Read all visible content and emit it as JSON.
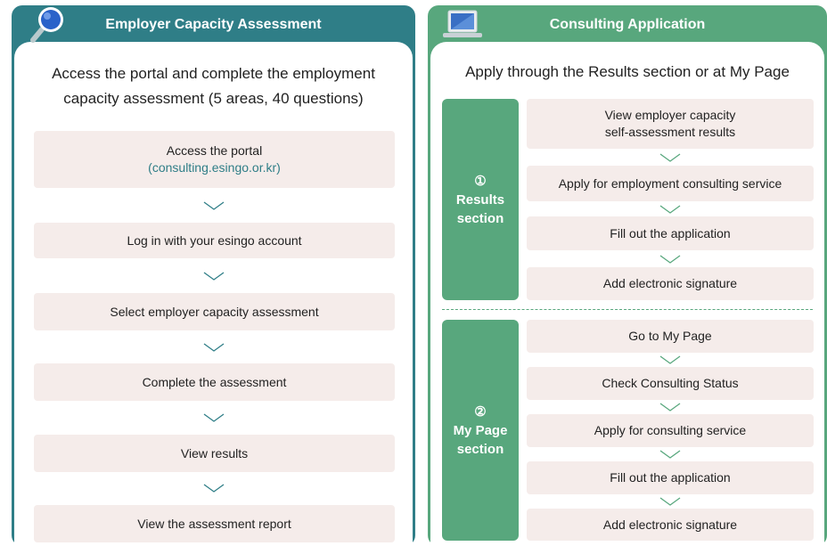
{
  "left": {
    "header": "Employer Capacity Assessment",
    "title_line1": "Access the portal and complete the employment",
    "title_line2": "capacity assessment (5 areas, 40 questions)",
    "steps": [
      {
        "label": "Access the portal",
        "link": "(consulting.esingo.or.kr)"
      },
      {
        "label": "Log in with your esingo account"
      },
      {
        "label": "Select employer capacity assessment"
      },
      {
        "label": "Complete the assessment"
      },
      {
        "label": "View results"
      },
      {
        "label": "View the assessment report"
      }
    ]
  },
  "right": {
    "header": "Consulting Application",
    "title": "Apply through the Results section or at My Page",
    "section1": {
      "number": "①",
      "line1": "Results",
      "line2": "section",
      "steps": [
        {
          "line1": "View employer capacity",
          "line2": "self-assessment results"
        },
        {
          "line1": "Apply for employment consulting service"
        },
        {
          "line1": "Fill out the application"
        },
        {
          "line1": "Add electronic signature"
        }
      ]
    },
    "section2": {
      "number": "②",
      "line1": "My Page",
      "line2": "section",
      "steps": [
        {
          "line1": "Go to My Page"
        },
        {
          "line1": "Check Consulting Status"
        },
        {
          "line1": "Apply for consulting service"
        },
        {
          "line1": "Fill out the application"
        },
        {
          "line1": "Add electronic signature"
        }
      ]
    }
  },
  "colors": {
    "left_accent": "#2f7e87",
    "right_accent": "#58a77d",
    "step_bg": "#f5ecea"
  },
  "icons": {
    "left_header": "magnifier-icon",
    "right_header": "laptop-icon",
    "arrows": "chevron-down-icon"
  }
}
